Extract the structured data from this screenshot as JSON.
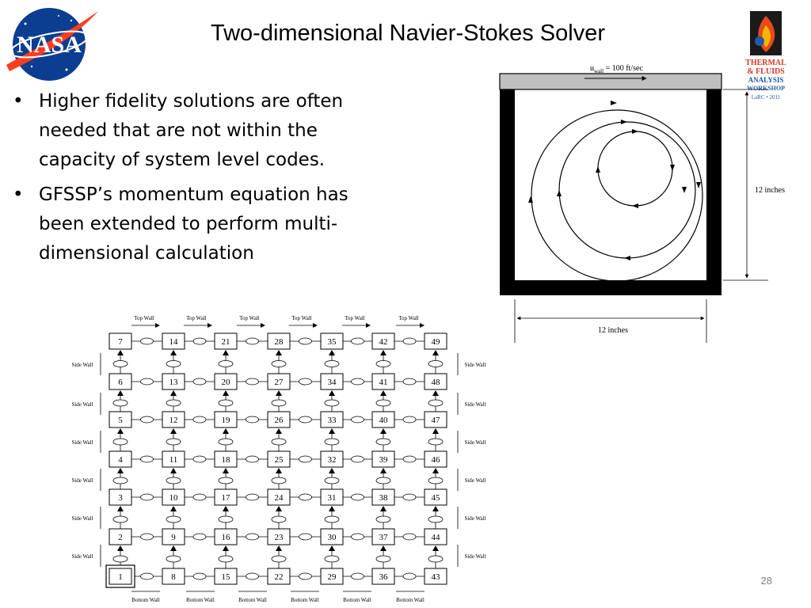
{
  "slide": {
    "title": "Two-dimensional Navier-Stokes Solver",
    "page_number": "28",
    "logos": {
      "left": {
        "text": "NASA",
        "icon": "nasa-meatball-logo"
      },
      "right": {
        "icon": "thermal-fluids-analysis-workshop-logo",
        "lines": [
          "THERMAL",
          "& FLUIDS",
          "ANALYSIS",
          "WORKSHOP",
          "LaRC • 2011"
        ]
      }
    }
  },
  "bullets": [
    "Higher fidelity solutions are often needed that are not within the capacity of system level codes.",
    "GFSSP’s momentum equation has been extended to perform multi-dimensional calculation"
  ],
  "cavity_diagram": {
    "wall_velocity_symbol": "u",
    "wall_velocity_subscript": "wall",
    "wall_velocity_value": " = 100 ft/sec",
    "height_label": "12 inches",
    "width_label": "12 inches"
  },
  "network_diagram": {
    "top_wall_labels": [
      "Top Wall",
      "Top Wall",
      "Top Wall",
      "Top Wall",
      "Top Wall",
      "Top Wall"
    ],
    "bottom_wall_labels": [
      "Bottom Wall",
      "Bottom Wall",
      "Bottom Wall",
      "Bottom Wall",
      "Bottom Wall",
      "Bottom Wall"
    ],
    "side_wall_label": "Side Wall",
    "node_columns": [
      [
        "1",
        "2",
        "3",
        "4",
        "5",
        "6",
        "7"
      ],
      [
        "8",
        "9",
        "10",
        "11",
        "12",
        "13",
        "14"
      ],
      [
        "15",
        "16",
        "17",
        "18",
        "19",
        "20",
        "21"
      ],
      [
        "22",
        "23",
        "24",
        "25",
        "26",
        "27",
        "28"
      ],
      [
        "29",
        "30",
        "31",
        "32",
        "33",
        "34",
        "35"
      ],
      [
        "36",
        "37",
        "38",
        "39",
        "40",
        "41",
        "42"
      ],
      [
        "43",
        "44",
        "45",
        "46",
        "47",
        "48",
        "49"
      ]
    ]
  }
}
